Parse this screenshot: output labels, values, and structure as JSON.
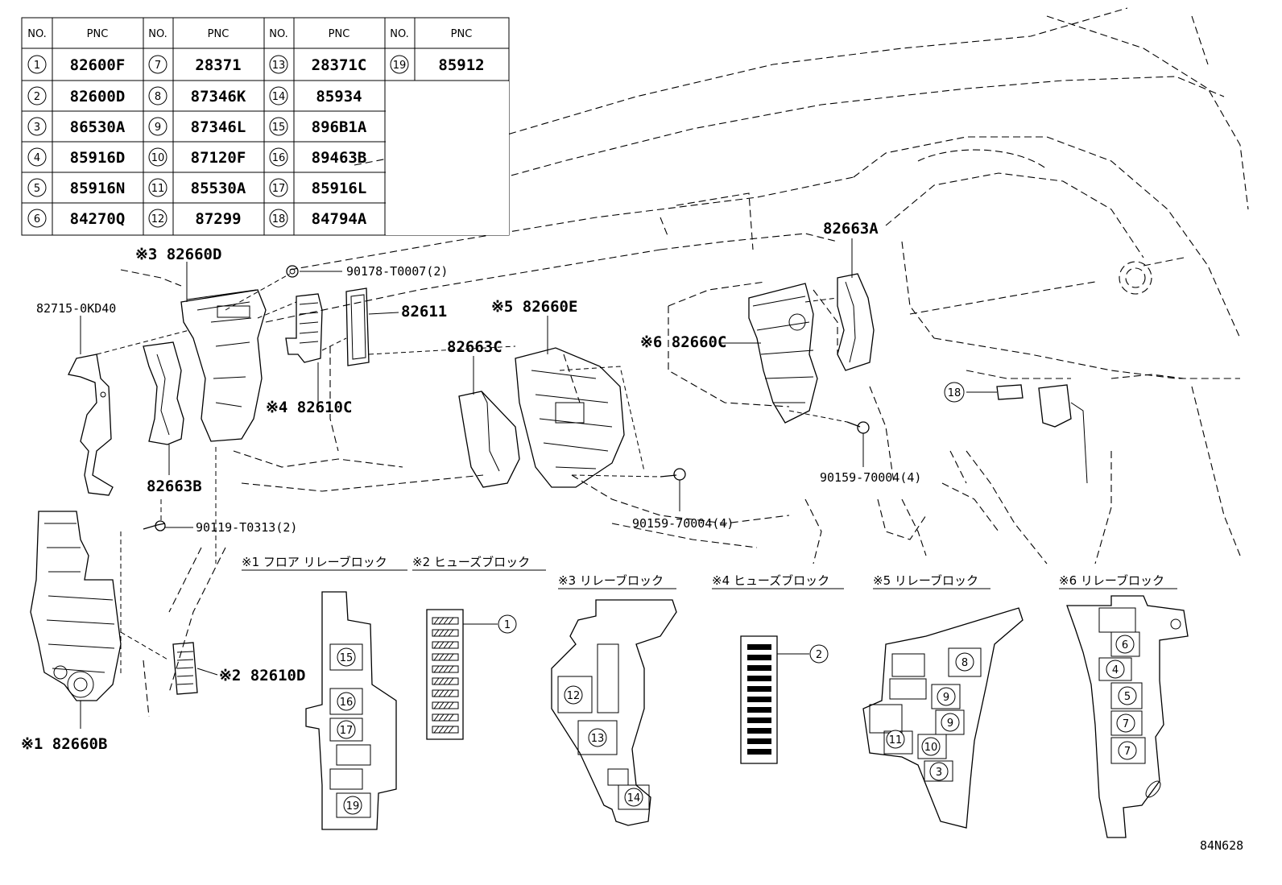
{
  "pnc_table": {
    "headers": [
      "NO.",
      "PNC",
      "NO.",
      "PNC",
      "NO.",
      "PNC",
      "NO.",
      "PNC"
    ],
    "rows": [
      [
        "1",
        "82600F",
        "7",
        "28371",
        "13",
        "28371C",
        "19",
        "85912"
      ],
      [
        "2",
        "82600D",
        "8",
        "87346K",
        "14",
        "85934",
        "",
        ""
      ],
      [
        "3",
        "86530A",
        "9",
        "87346L",
        "15",
        "896B1A",
        "",
        ""
      ],
      [
        "4",
        "85916D",
        "10",
        "87120F",
        "16",
        "89463B",
        "",
        ""
      ],
      [
        "5",
        "85916N",
        "11",
        "85530A",
        "17",
        "85916L",
        "",
        ""
      ],
      [
        "6",
        "84270Q",
        "12",
        "87299",
        "18",
        "84794A",
        "",
        ""
      ]
    ]
  },
  "part_labels": {
    "p82660D": "※3 82660D",
    "p90178": "90178-T0007(2)",
    "p82715": "82715-0KD40",
    "p82611": "82611",
    "p82660E": "※5 82660E",
    "p82663A": "82663A",
    "p82663C": "82663C",
    "p82660C": "※6 82660C",
    "p82610C": "※4 82610C",
    "p82663B": "82663B",
    "p90119": "90119-T0313(2)",
    "p90159a": "90159-70004(4)",
    "p90159b": "90159-70004(4)",
    "p82610D": "※2 82610D",
    "p82660B": "※1 82660B",
    "callout18": "18"
  },
  "legend": {
    "c1": "※1 フロア リレーブロック",
    "c2": "※2 ヒューズブロック",
    "c3": "※3 リレーブロック",
    "c4": "※4 ヒューズブロック",
    "c5": "※5 リレーブロック",
    "c6": "※6 リレーブロック"
  },
  "block_numbers": {
    "b1": [
      "15",
      "16",
      "17",
      "19"
    ],
    "b2": [
      "1"
    ],
    "b3": [
      "12",
      "13",
      "14"
    ],
    "b4": [
      "2"
    ],
    "b5": [
      "8",
      "9",
      "9",
      "11",
      "10",
      "3"
    ],
    "b6": [
      "6",
      "4",
      "5",
      "7",
      "7"
    ]
  },
  "figure_id": "84N628"
}
